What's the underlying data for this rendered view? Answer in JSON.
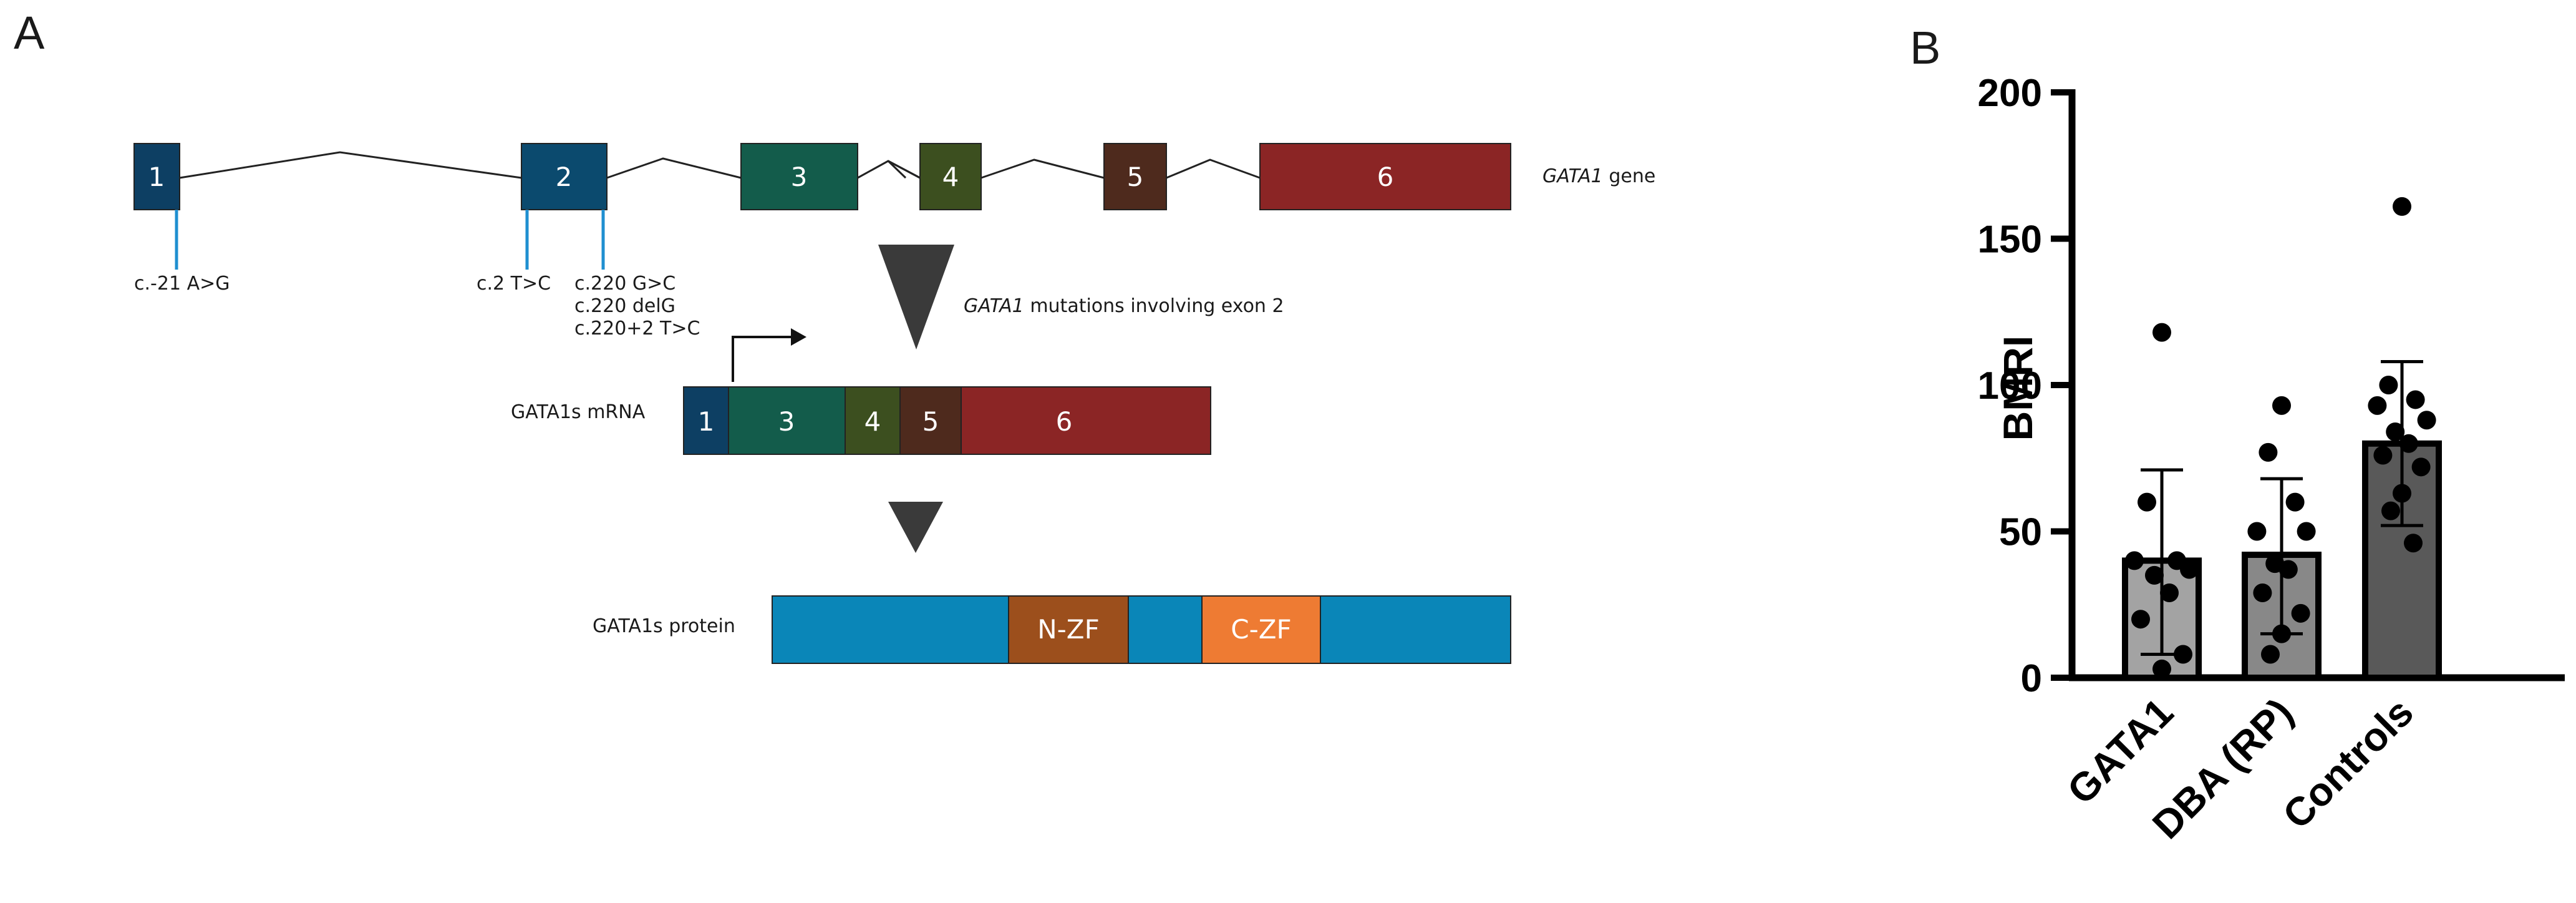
{
  "panel_a": {
    "letter": "A",
    "gene_label_italic": "GATA1",
    "gene_label_rest": " gene",
    "exons": [
      {
        "label": "1",
        "color": "#0d3f63"
      },
      {
        "label": "2",
        "color": "#0b4a6e"
      },
      {
        "label": "3",
        "color": "#135c4b"
      },
      {
        "label": "4",
        "color": "#3c4f1f"
      },
      {
        "label": "5",
        "color": "#4e2a1d"
      },
      {
        "label": "6",
        "color": "#8b2525"
      }
    ],
    "mutations": {
      "exon1": "c.-21 A>G",
      "exon2_a": "c.2 T>C",
      "exon2_b": [
        "c.220 G>C",
        "c.220 delG",
        "c.220+2 T>C"
      ]
    },
    "arrow_label_italic": "GATA1",
    "arrow_label_rest": " mutations involving exon 2",
    "mrna_label": "GATA1s mRNA",
    "mrna_exons": [
      "1",
      "3",
      "4",
      "5",
      "6"
    ],
    "protein_label": "GATA1s protein",
    "protein_domains": [
      {
        "label": "N-ZF",
        "color": "#9c4f1c"
      },
      {
        "label": "C-ZF",
        "color": "#ee7b33"
      }
    ],
    "protein_color": "#0a86b8",
    "arrow_color": "#3a3a3a"
  },
  "panel_b": {
    "letter": "B",
    "chart_data": {
      "type": "bar",
      "ylabel": "BMRI",
      "ylim": [
        0,
        200
      ],
      "yticks": [
        "0",
        "50",
        "100",
        "150",
        "200"
      ],
      "categories": [
        "GATA1",
        "DBA (RP)",
        "Controls"
      ],
      "bar_colors": [
        "#a3a3a3",
        "#888888",
        "#595959"
      ],
      "means": [
        40,
        42,
        80
      ],
      "sd_upper": [
        71,
        68,
        108
      ],
      "sd_lower": [
        8,
        15,
        52
      ],
      "points": [
        [
          118,
          60,
          40,
          40,
          37,
          35,
          29,
          20,
          8,
          3
        ],
        [
          93,
          77,
          60,
          50,
          50,
          39,
          37,
          29,
          22,
          15,
          8
        ],
        [
          161,
          100,
          95,
          93,
          88,
          84,
          80,
          76,
          72,
          63,
          57,
          46
        ]
      ],
      "grid": false
    }
  }
}
